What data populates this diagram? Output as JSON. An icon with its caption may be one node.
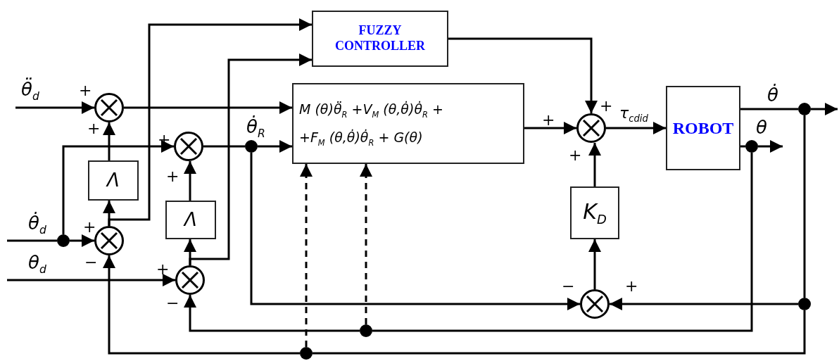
{
  "diagram": {
    "nodes": [
      {
        "text": [
          "FUZZY CONTROLLER"
        ]
      },
      {
        "text": [],
        "shape": "circle",
        "beside": [
          "+",
          "+"
        ]
      },
      {
        "text": [
          "M (θ)θ̈$_{R}$ +V$_{M}$ (θ,θ̇)θ̇$_{R}$ +",
          "+F$_{M}$ (θ,θ̇)θ̇$_{R}$ + G(θ)"
        ]
      },
      {
        "text": [],
        "shape": "circle",
        "beside": [
          "+",
          "+"
        ]
      },
      {
        "text": [],
        "shape": "dot",
        "beside": [
          "θ̇$_{R}$"
        ]
      },
      {
        "text": [],
        "shape": "circle",
        "beside": [
          "+",
          "+",
          "+"
        ]
      },
      {
        "text": [
          "ROBOT"
        ]
      },
      {
        "text": [],
        "shape": "dot",
        "beside": [
          "θ̇"
        ]
      },
      {
        "text": [],
        "shape": "dot",
        "beside": [
          "θ"
        ]
      },
      {
        "text": [
          "Λ"
        ]
      },
      {
        "text": [
          "Λ"
        ]
      },
      {
        "text": [
          "K$_{D}$"
        ]
      },
      {
        "text": [],
        "shape": "dot"
      },
      {
        "text": [],
        "shape": "circle",
        "beside": [
          "+",
          "−"
        ]
      },
      {
        "text": [],
        "shape": "circle",
        "beside": [
          "+",
          "−"
        ]
      },
      {
        "text": [],
        "shape": "circle",
        "beside": [
          "−",
          "+"
        ]
      },
      {
        "text": [],
        "shape": "dot"
      },
      {
        "text": [],
        "shape": "dot"
      },
      {
        "text": [],
        "shape": "dot"
      }
    ],
    "edges": [
      {
        "from": null,
        "to": 1,
        "arrow": "to",
        "label": "θ̈$_{d}$"
      },
      {
        "from": null,
        "to": 12,
        "arrow": "none",
        "label": "θ̇$_{d}$"
      },
      {
        "from": 12,
        "to": 13,
        "arrow": "to"
      },
      {
        "from": 12,
        "to": 3,
        "arrow": "to"
      },
      {
        "from": null,
        "to": 14,
        "arrow": "to",
        "label": "θ$_{d}$"
      },
      {
        "from": 13,
        "to": 9,
        "arrow": "to"
      },
      {
        "from": 9,
        "to": 1,
        "arrow": "to"
      },
      {
        "from": 13,
        "to": 0,
        "arrow": "to"
      },
      {
        "from": 14,
        "to": 10,
        "arrow": "to"
      },
      {
        "from": 10,
        "to": 3,
        "arrow": "to"
      },
      {
        "from": 14,
        "to": 0,
        "arrow": "to"
      },
      {
        "from": 1,
        "to": 2,
        "arrow": "to"
      },
      {
        "from": 3,
        "to": 4,
        "arrow": "none"
      },
      {
        "from": 4,
        "to": 2,
        "arrow": "to"
      },
      {
        "from": 0,
        "to": 5,
        "arrow": "to"
      },
      {
        "from": 2,
        "to": 5,
        "arrow": "to"
      },
      {
        "from": 5,
        "to": 6,
        "arrow": "to",
        "label": "τ$_{cdid}$"
      },
      {
        "from": 6,
        "to": 7,
        "arrow": "none"
      },
      {
        "from": 7,
        "to": null,
        "arrow": "to"
      },
      {
        "from": 6,
        "to": 8,
        "arrow": "none"
      },
      {
        "from": 8,
        "to": null,
        "arrow": "to"
      },
      {
        "from": 7,
        "to": 16,
        "arrow": "none"
      },
      {
        "from": 16,
        "to": 15,
        "arrow": "to"
      },
      {
        "from": 4,
        "to": 15,
        "arrow": "to"
      },
      {
        "from": 15,
        "to": 11,
        "arrow": "to"
      },
      {
        "from": 11,
        "to": 5,
        "arrow": "to"
      },
      {
        "from": 8,
        "to": 17,
        "arrow": "none"
      },
      {
        "from": 17,
        "to": 14,
        "arrow": "to"
      },
      {
        "from": 16,
        "to": 18,
        "arrow": "none"
      },
      {
        "from": 18,
        "to": 13,
        "arrow": "to"
      },
      {
        "from": 17,
        "to": 2,
        "arrow": "to",
        "style": "dashed"
      },
      {
        "from": 18,
        "to": 2,
        "arrow": "to",
        "style": "dashed"
      }
    ]
  }
}
